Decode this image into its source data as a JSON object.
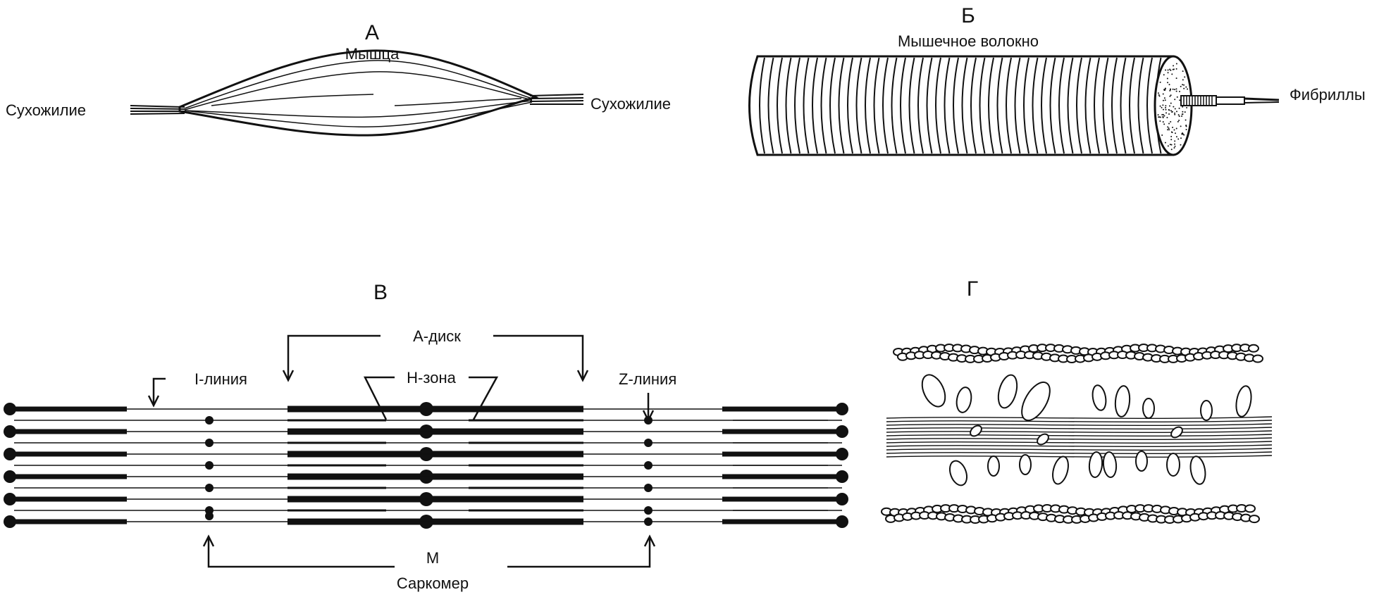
{
  "panel_a": {
    "letter": "А",
    "muscle_label": "Мышца",
    "tendon_left_label": "Сухожилие",
    "tendon_right_label": "Сухожилие"
  },
  "panel_b": {
    "letter": "Б",
    "fiber_label": "Мышечное волокно",
    "fibrils_label": "Фибриллы"
  },
  "panel_v": {
    "letter": "В",
    "a_disk_label": "А-диск",
    "i_line_label": "I-линия",
    "h_zone_label": "Н-зона",
    "z_line_label": "Z-линия",
    "m_label": "М",
    "sarcomere_label": "Саркомер"
  },
  "panel_g": {
    "letter": "Г"
  },
  "colors": {
    "ink": "#111111",
    "background": "#ffffff"
  }
}
